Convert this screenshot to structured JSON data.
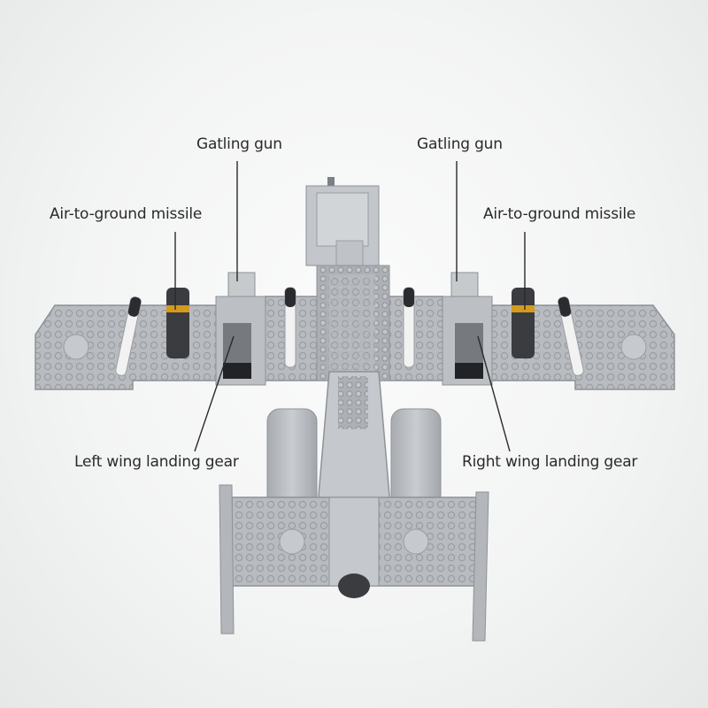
{
  "image": {
    "subject": "Brick-built A-10 style attack aircraft model, top-down view with callout labels",
    "background_color": "#f2f3f3",
    "model_color": "#b9bcc0"
  },
  "labels": {
    "gatling_gun_left": "Gatling gun",
    "gatling_gun_right": "Gatling gun",
    "missile_left": "Air-to-ground missile",
    "missile_right": "Air-to-ground missile",
    "landing_gear_left": "Left wing landing gear",
    "landing_gear_right": "Right wing landing gear"
  }
}
